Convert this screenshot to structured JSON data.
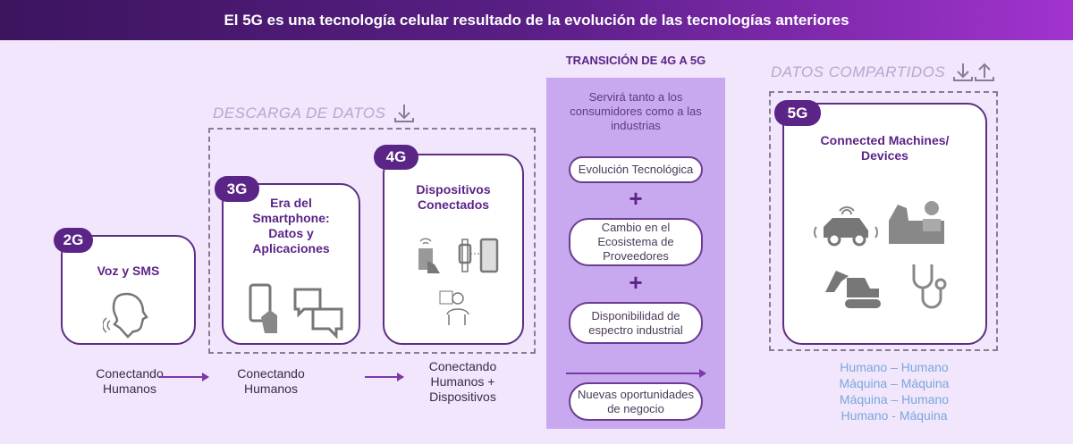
{
  "header": {
    "title": "El 5G es una tecnología celular resultado de la evolución de las tecnologías anteriores"
  },
  "download_section": {
    "label": "DESCARGA DE DATOS",
    "icon": "download-icon"
  },
  "shared_section": {
    "label": "DATOS COMPARTIDOS",
    "icons": [
      "download-icon",
      "upload-icon"
    ]
  },
  "generations": [
    {
      "badge": "2G",
      "title": "Voz y SMS",
      "caption": "Conectando Humanos",
      "icons": [
        "speaking-head-icon"
      ]
    },
    {
      "badge": "3G",
      "title": "Era del Smartphone: Datos y Aplicaciones",
      "caption": "Conectando Humanos",
      "icons": [
        "smartphone-hand-icon",
        "chat-bubbles-icon"
      ]
    },
    {
      "badge": "4G",
      "title": "Dispositivos Conectados",
      "caption": "Conectando Humanos + Dispositivos",
      "icons": [
        "wireless-device-icon",
        "smartwatch-phone-icon",
        "connected-person-icon"
      ]
    },
    {
      "badge": "5G",
      "title": "Connected Machines/ Devices",
      "icons": [
        "autonomous-car-icon",
        "industrial-robot-worker-icon",
        "excavator-icon",
        "stethoscope-icon"
      ]
    }
  ],
  "transition": {
    "title": "TRANSICIÓN DE 4G A 5G",
    "intro": "Servirá tanto a los consumidores como a las industrias",
    "plus": "+",
    "items": [
      "Evolución Tecnológica",
      "Cambio en el Ecosistema de Proveedores",
      "Disponibilidad de espectro industrial"
    ],
    "result": "Nuevas oportunidades de negocio"
  },
  "connections": [
    "Humano – Humano",
    "Máquina – Máquina",
    "Máquina – Humano",
    "Humano - Máquina"
  ],
  "colors": {
    "accent": "#5b2487",
    "background": "#f1e6fb",
    "panel": "#c8a8ef",
    "link_blue": "#7aa7dd"
  }
}
